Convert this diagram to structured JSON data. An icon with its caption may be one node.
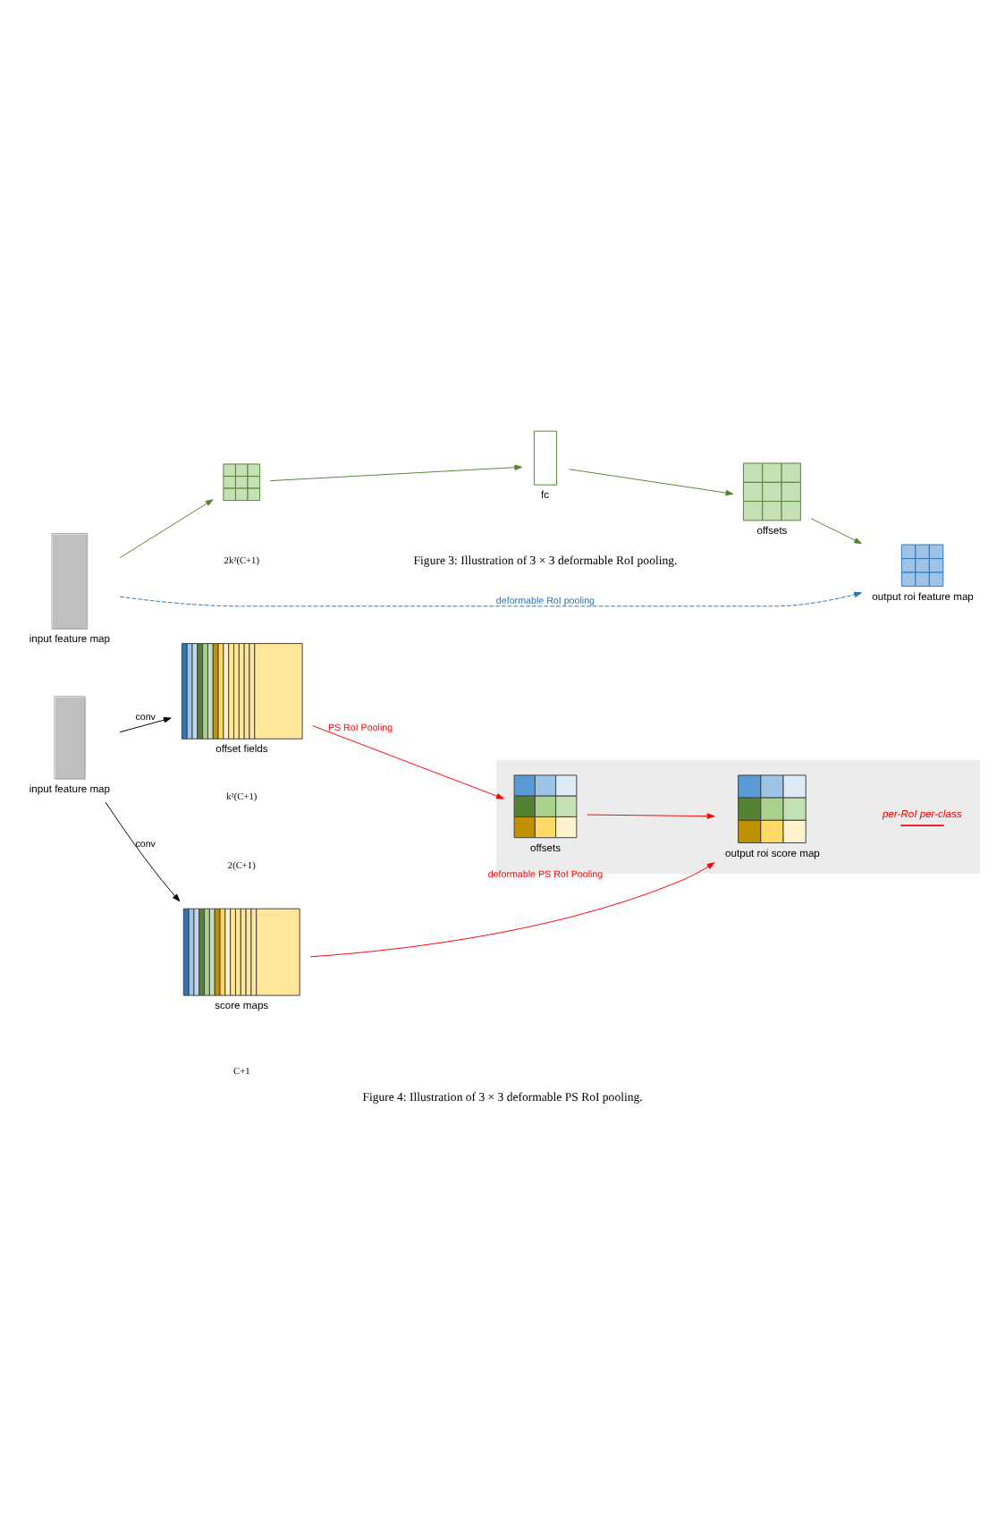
{
  "diagram": {
    "caption": "Figure 4: Illustration of 3 × 3 deformable PS RoI pooling.",
    "nodes": [
      {
        "text": [
          "input feature map"
        ]
      },
      {
        "text": [],
        "shape": "box"
      },
      {
        "text": [
          "fc"
        ]
      },
      {
        "text": [
          "offsets"
        ]
      },
      {
        "text": [
          "output roi feature map"
        ]
      },
      {
        "text": [
          "input feature map"
        ]
      },
      {
        "text": [
          "offset fields"
        ]
      },
      {
        "text": [
          "score maps"
        ]
      },
      {
        "text": [],
        "shape": "box"
      },
      {
        "text": [
          "offsets"
        ],
        "in": 8
      },
      {
        "text": [
          "output roi score map"
        ],
        "in": 8
      }
    ],
    "edges": [
      {
        "from": 0,
        "to": 1,
        "arrow": "to",
        "color": "#548235"
      },
      {
        "from": 1,
        "to": 2,
        "arrow": "to",
        "color": "#548235"
      },
      {
        "from": 2,
        "to": 3,
        "arrow": "to",
        "color": "#548235"
      },
      {
        "from": 3,
        "to": 4,
        "arrow": "to",
        "color": "#548235"
      },
      {
        "from": 0,
        "to": 4,
        "arrow": "to",
        "label": "deformable RoI pooling",
        "style": "dashed",
        "color": "#2e75b6"
      },
      {
        "from": 5,
        "to": 6,
        "arrow": "to",
        "label": "conv",
        "color": "#000000"
      },
      {
        "from": 5,
        "to": 7,
        "arrow": "to",
        "label": "conv",
        "color": "#000000"
      },
      {
        "from": 6,
        "to": 9,
        "arrow": "to",
        "label": "PS RoI Pooling",
        "color": "#ff0000"
      },
      {
        "from": 9,
        "to": 10,
        "arrow": "to",
        "color": "#ff0000"
      },
      {
        "from": 7,
        "to": 10,
        "arrow": "to",
        "label": "deformable PS RoI Pooling",
        "color": "#ff0000"
      }
    ],
    "labels": [
      "Figure 3: Illustration of 3 × 3 deformable RoI pooling.",
      "2k²(C+1)",
      "2(C+1)",
      "k²(C+1)",
      "C+1"
    ],
    "legend": [
      {
        "text": "per-RoI per-class"
      }
    ]
  }
}
